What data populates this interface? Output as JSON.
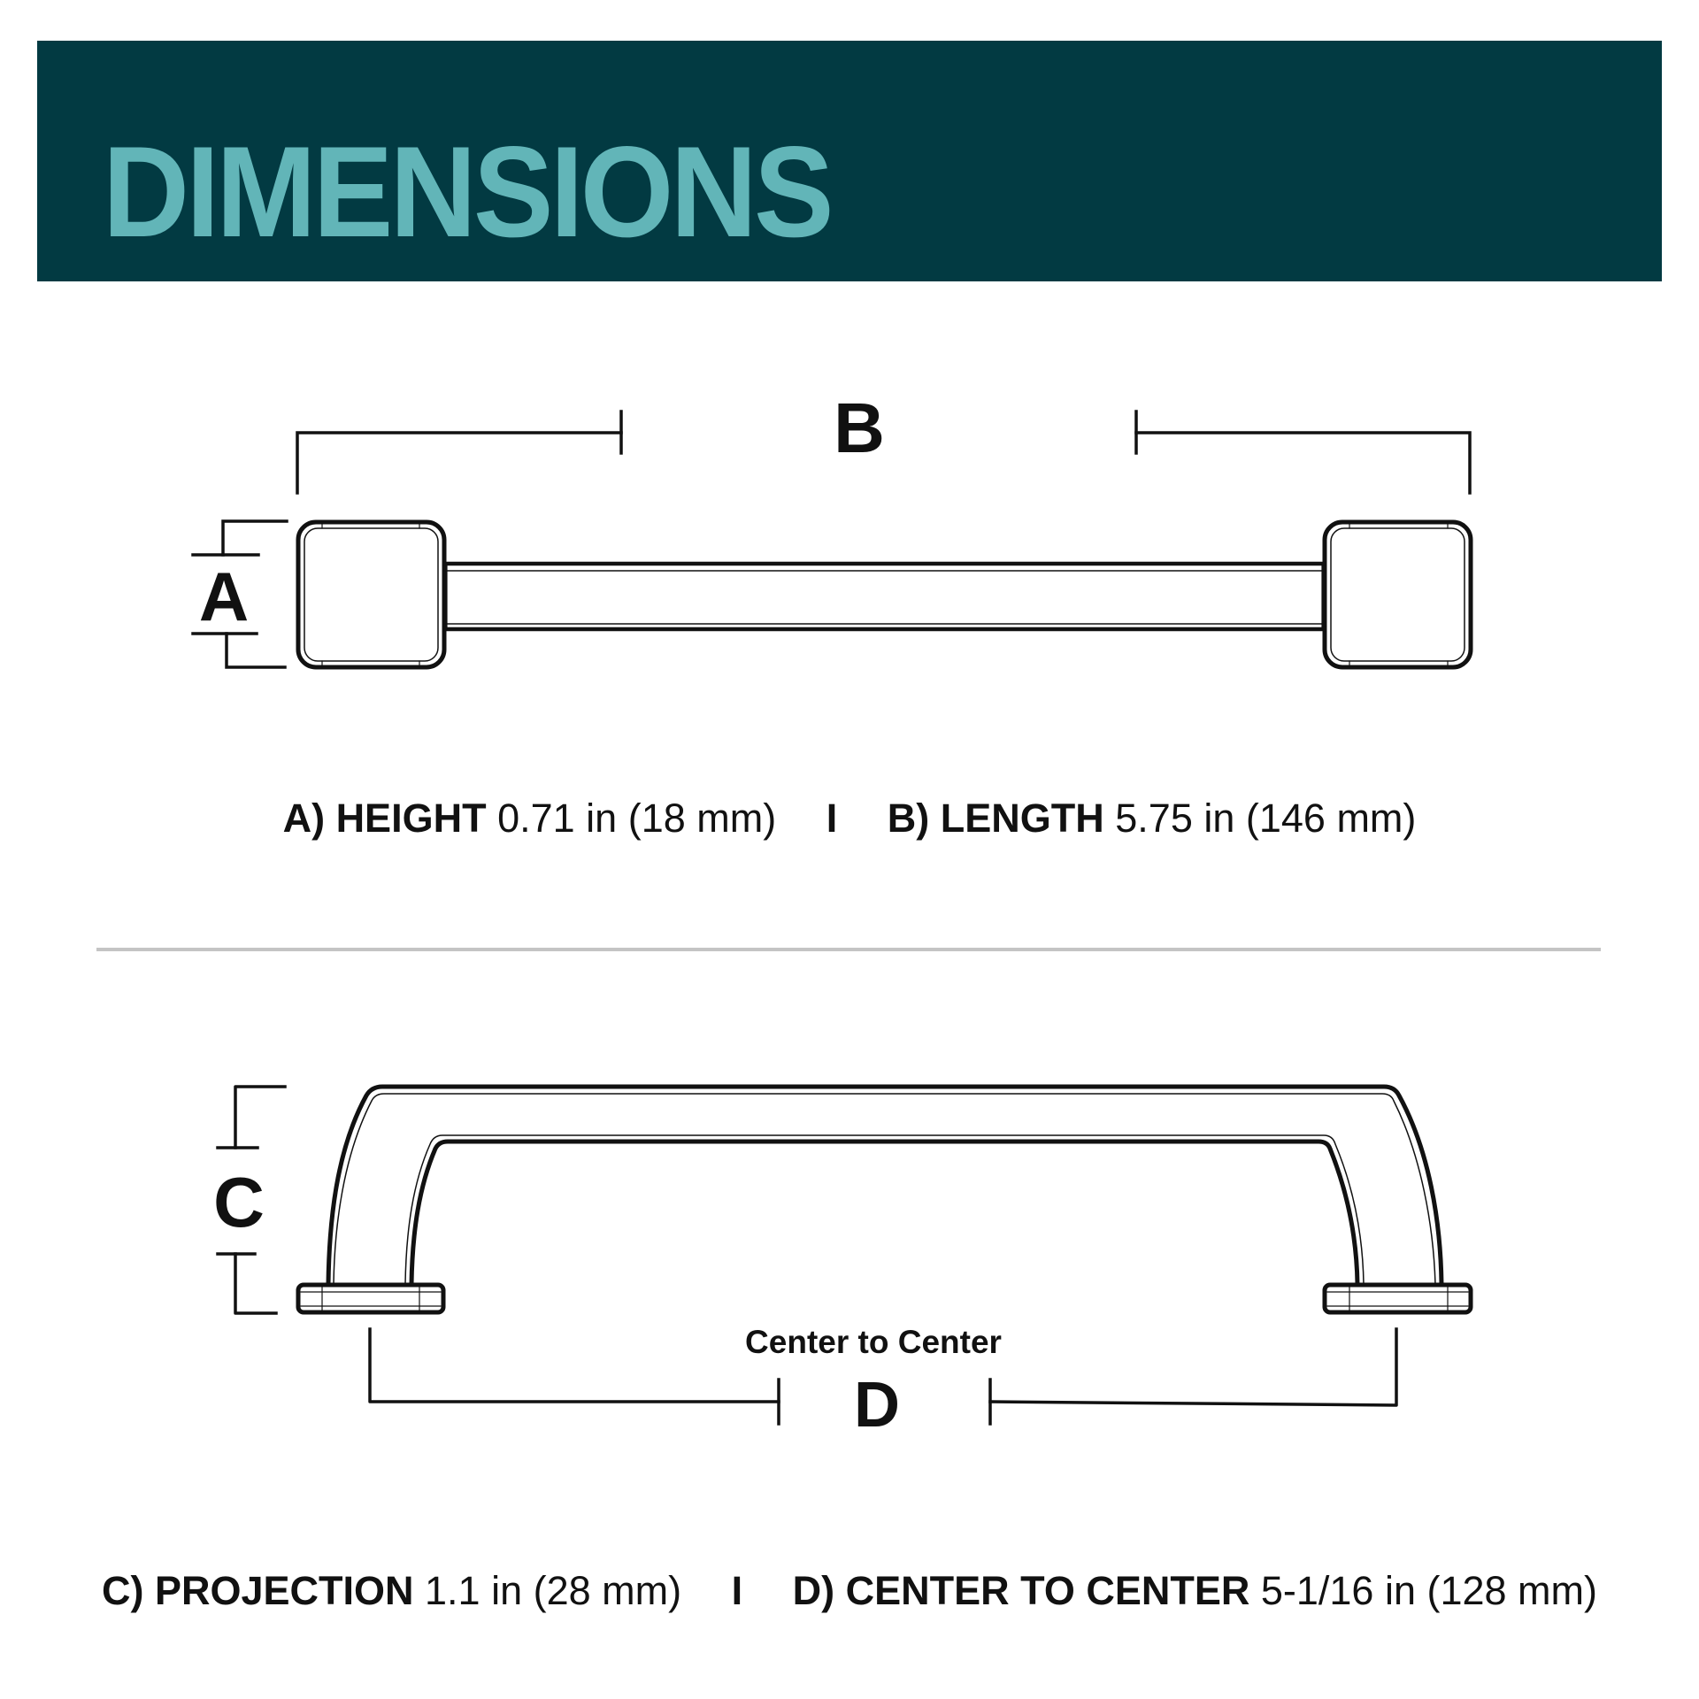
{
  "header": {
    "title": "DIMENSIONS",
    "background_color": "#023a42",
    "title_color": "#62b5b8"
  },
  "top_view": {
    "label_a": "A",
    "label_b": "B"
  },
  "spec_ab": {
    "a_label": "A) HEIGHT",
    "a_value": "0.71 in (18 mm)",
    "separator": "I",
    "b_label": "B) LENGTH",
    "b_value": "5.75 in (146 mm)"
  },
  "side_view": {
    "label_c": "C",
    "label_d": "D",
    "center_to_center_caption": "Center to Center"
  },
  "spec_cd": {
    "c_label": "C) PROJECTION",
    "c_value": "1.1 in (28 mm)",
    "separator": "I",
    "d_label": "D) CENTER TO CENTER",
    "d_value": "5-1/16 in (128 mm)"
  },
  "colors": {
    "line": "#111111",
    "divider": "#c4c4c4"
  }
}
